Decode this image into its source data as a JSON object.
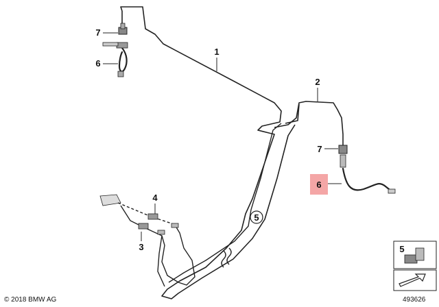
{
  "diagram": {
    "callouts": {
      "part_1": "1",
      "part_2": "2",
      "part_3": "3",
      "part_4": "4",
      "part_5": "5",
      "part_6_top": "6",
      "part_6_highlighted": "6",
      "part_7_top": "7",
      "part_7_right": "7"
    },
    "legend_box": {
      "number": "5"
    },
    "highlight_color": "#f4a6a6"
  },
  "footer": {
    "copyright": "© 2018 BMW AG",
    "diagram_id": "493626"
  }
}
